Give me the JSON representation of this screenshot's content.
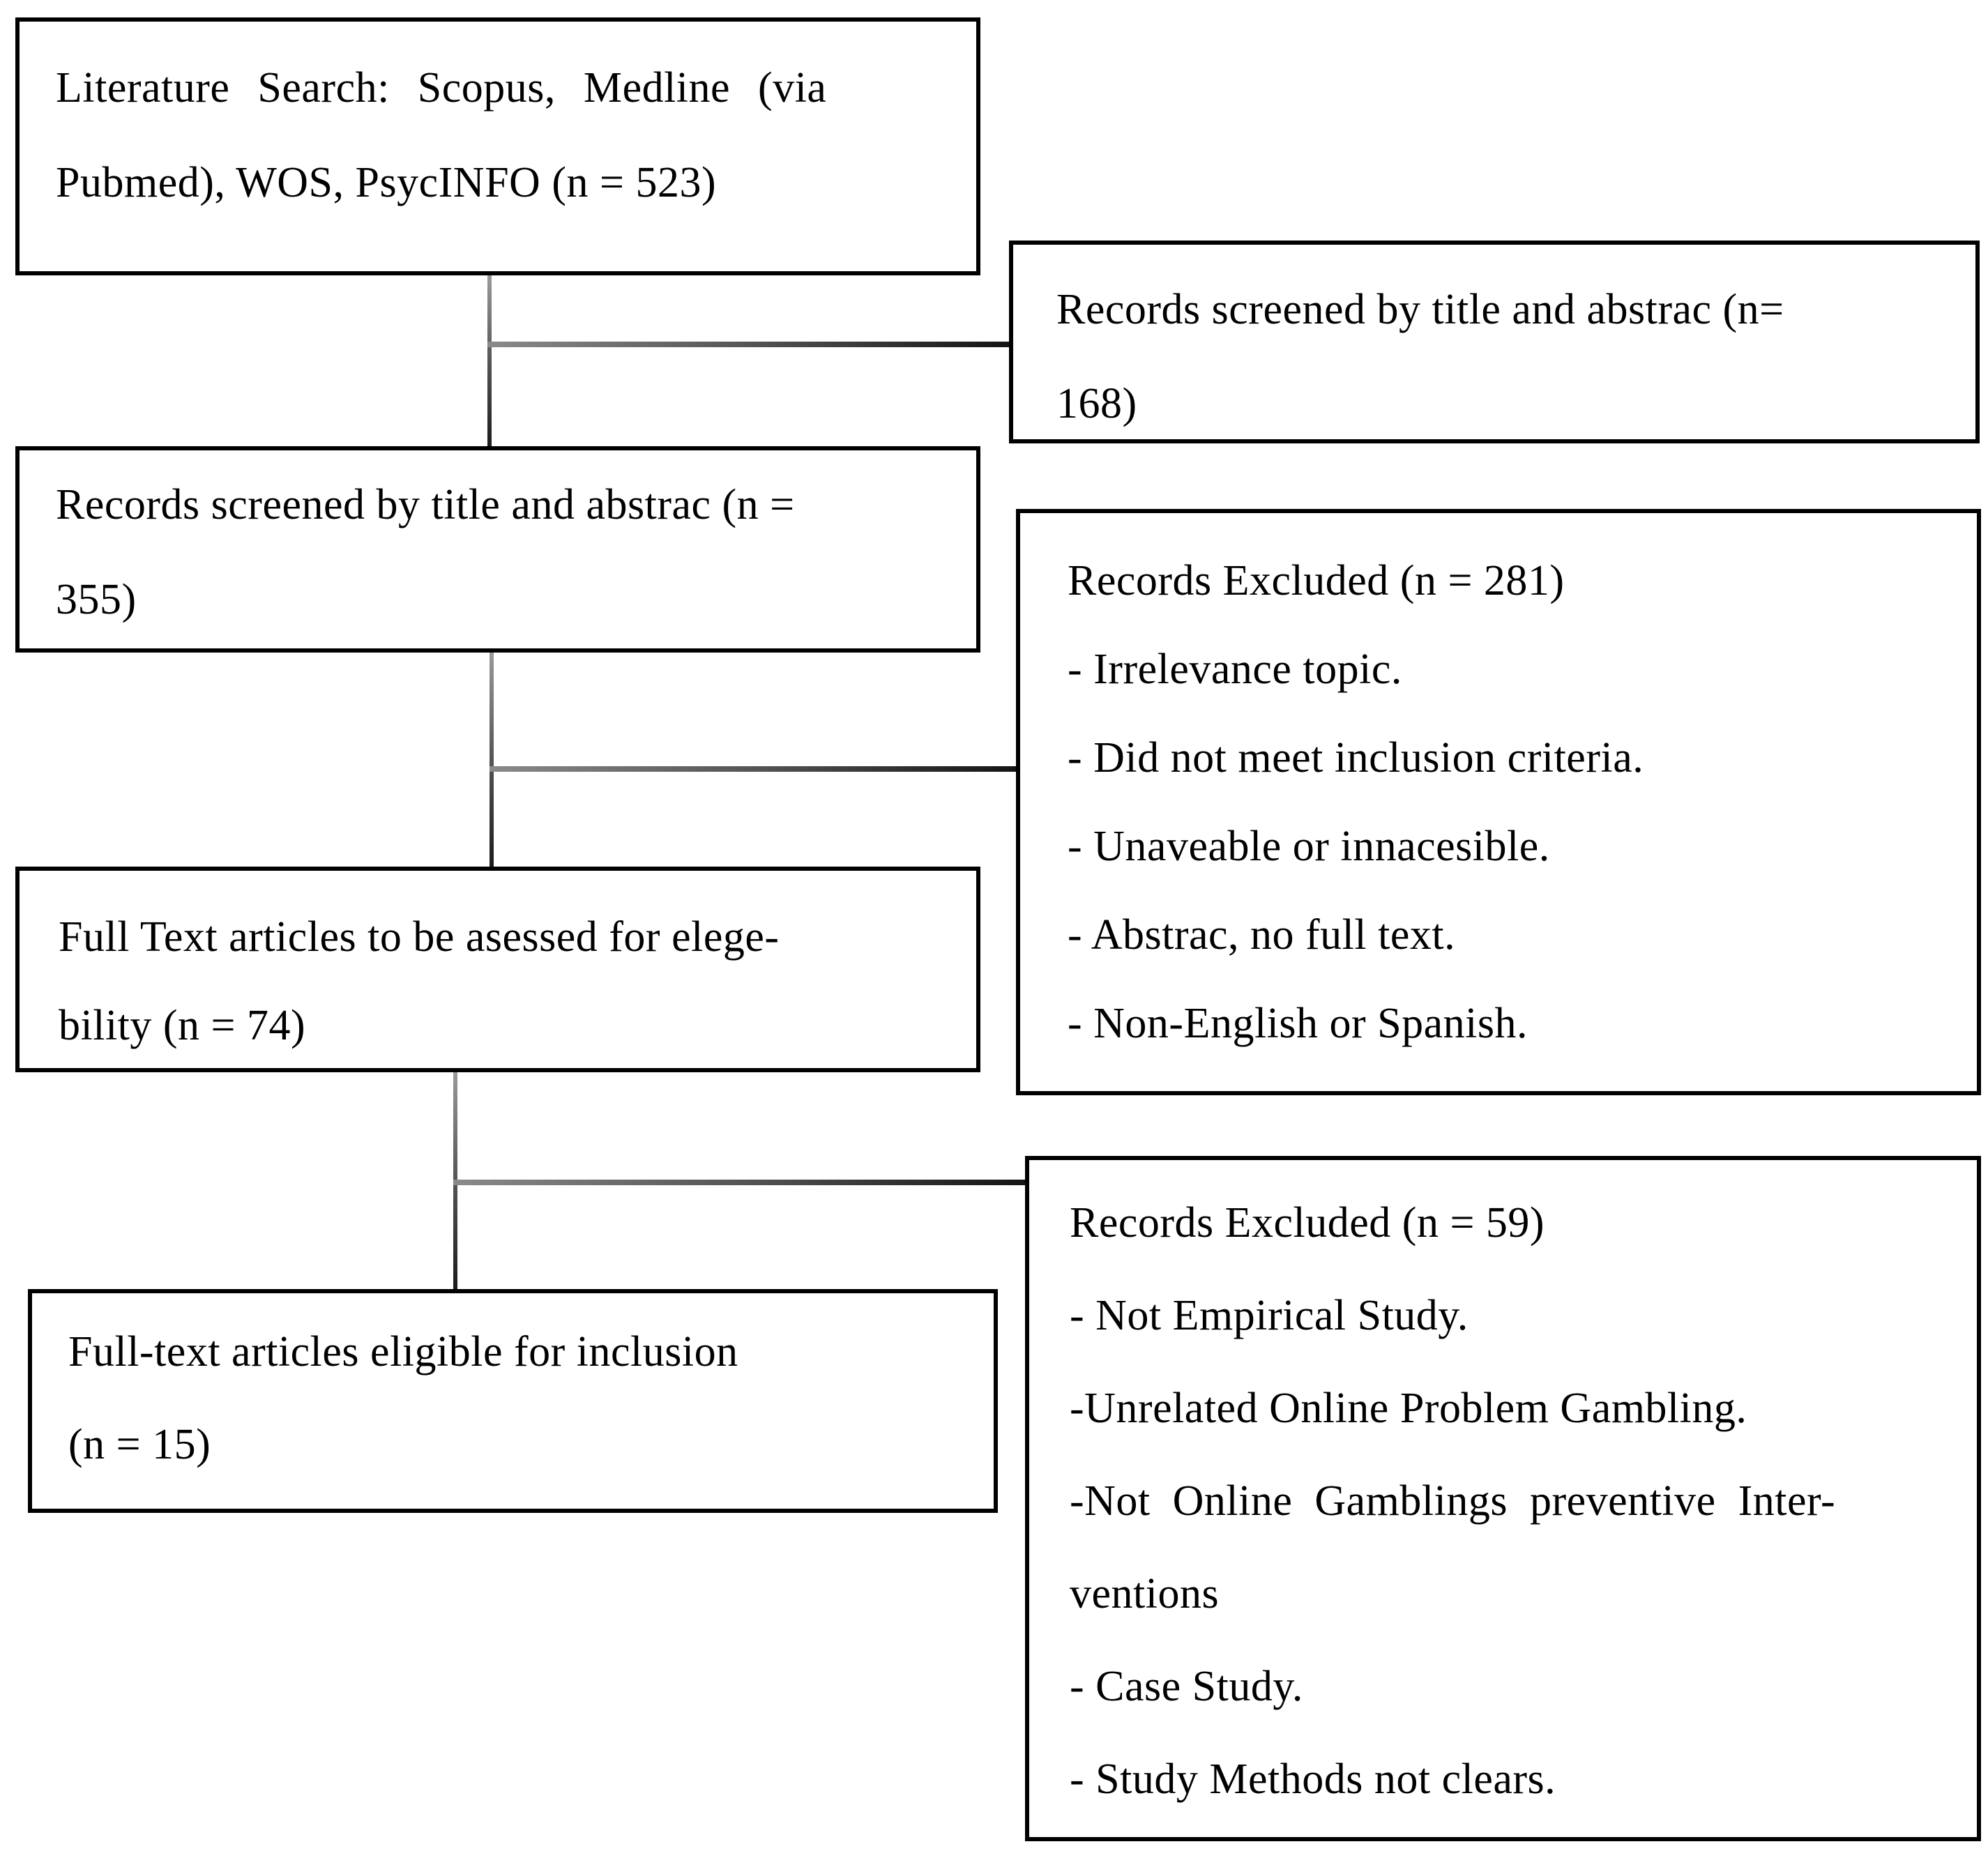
{
  "boxes": {
    "literature_search": {
      "lines": [
        "Literature Search: Scopus, Medline (via",
        "Pubmed), WOS, PsycINFO (n = 523)"
      ]
    },
    "screened_168": {
      "lines": [
        "Records screened by title and abstrac (n=",
        "168)"
      ]
    },
    "screened_355": {
      "lines": [
        "Records screened by title and abstrac (n =",
        "355)"
      ]
    },
    "excluded_281": {
      "lines": [
        "Records Excluded (n = 281)",
        "- Irrelevance topic.",
        "- Did not meet inclusion criteria.",
        "- Unaveable or innacesible.",
        "- Abstrac, no full text.",
        "- Non-English or Spanish."
      ]
    },
    "full_text_assessed": {
      "lines": [
        "Full Text articles to be asessed for elege-",
        "bility (n = 74)"
      ]
    },
    "excluded_59": {
      "lines": [
        "Records Excluded (n = 59)",
        "- Not Empirical Study.",
        "-Unrelated Online Problem Gambling.",
        "-Not Online Gamblings preventive Inter-",
        "ventions",
        "- Case Study.",
        "- Study Methods not clears."
      ]
    },
    "eligible_15": {
      "lines": [
        "Full-text articles eligible for inclusion",
        "(n = 15)"
      ]
    }
  },
  "colors": {
    "background": "#ffffff",
    "box_fill": "#ffffff",
    "box_border": "#000000",
    "text": "#000000",
    "connector": "#555555"
  }
}
